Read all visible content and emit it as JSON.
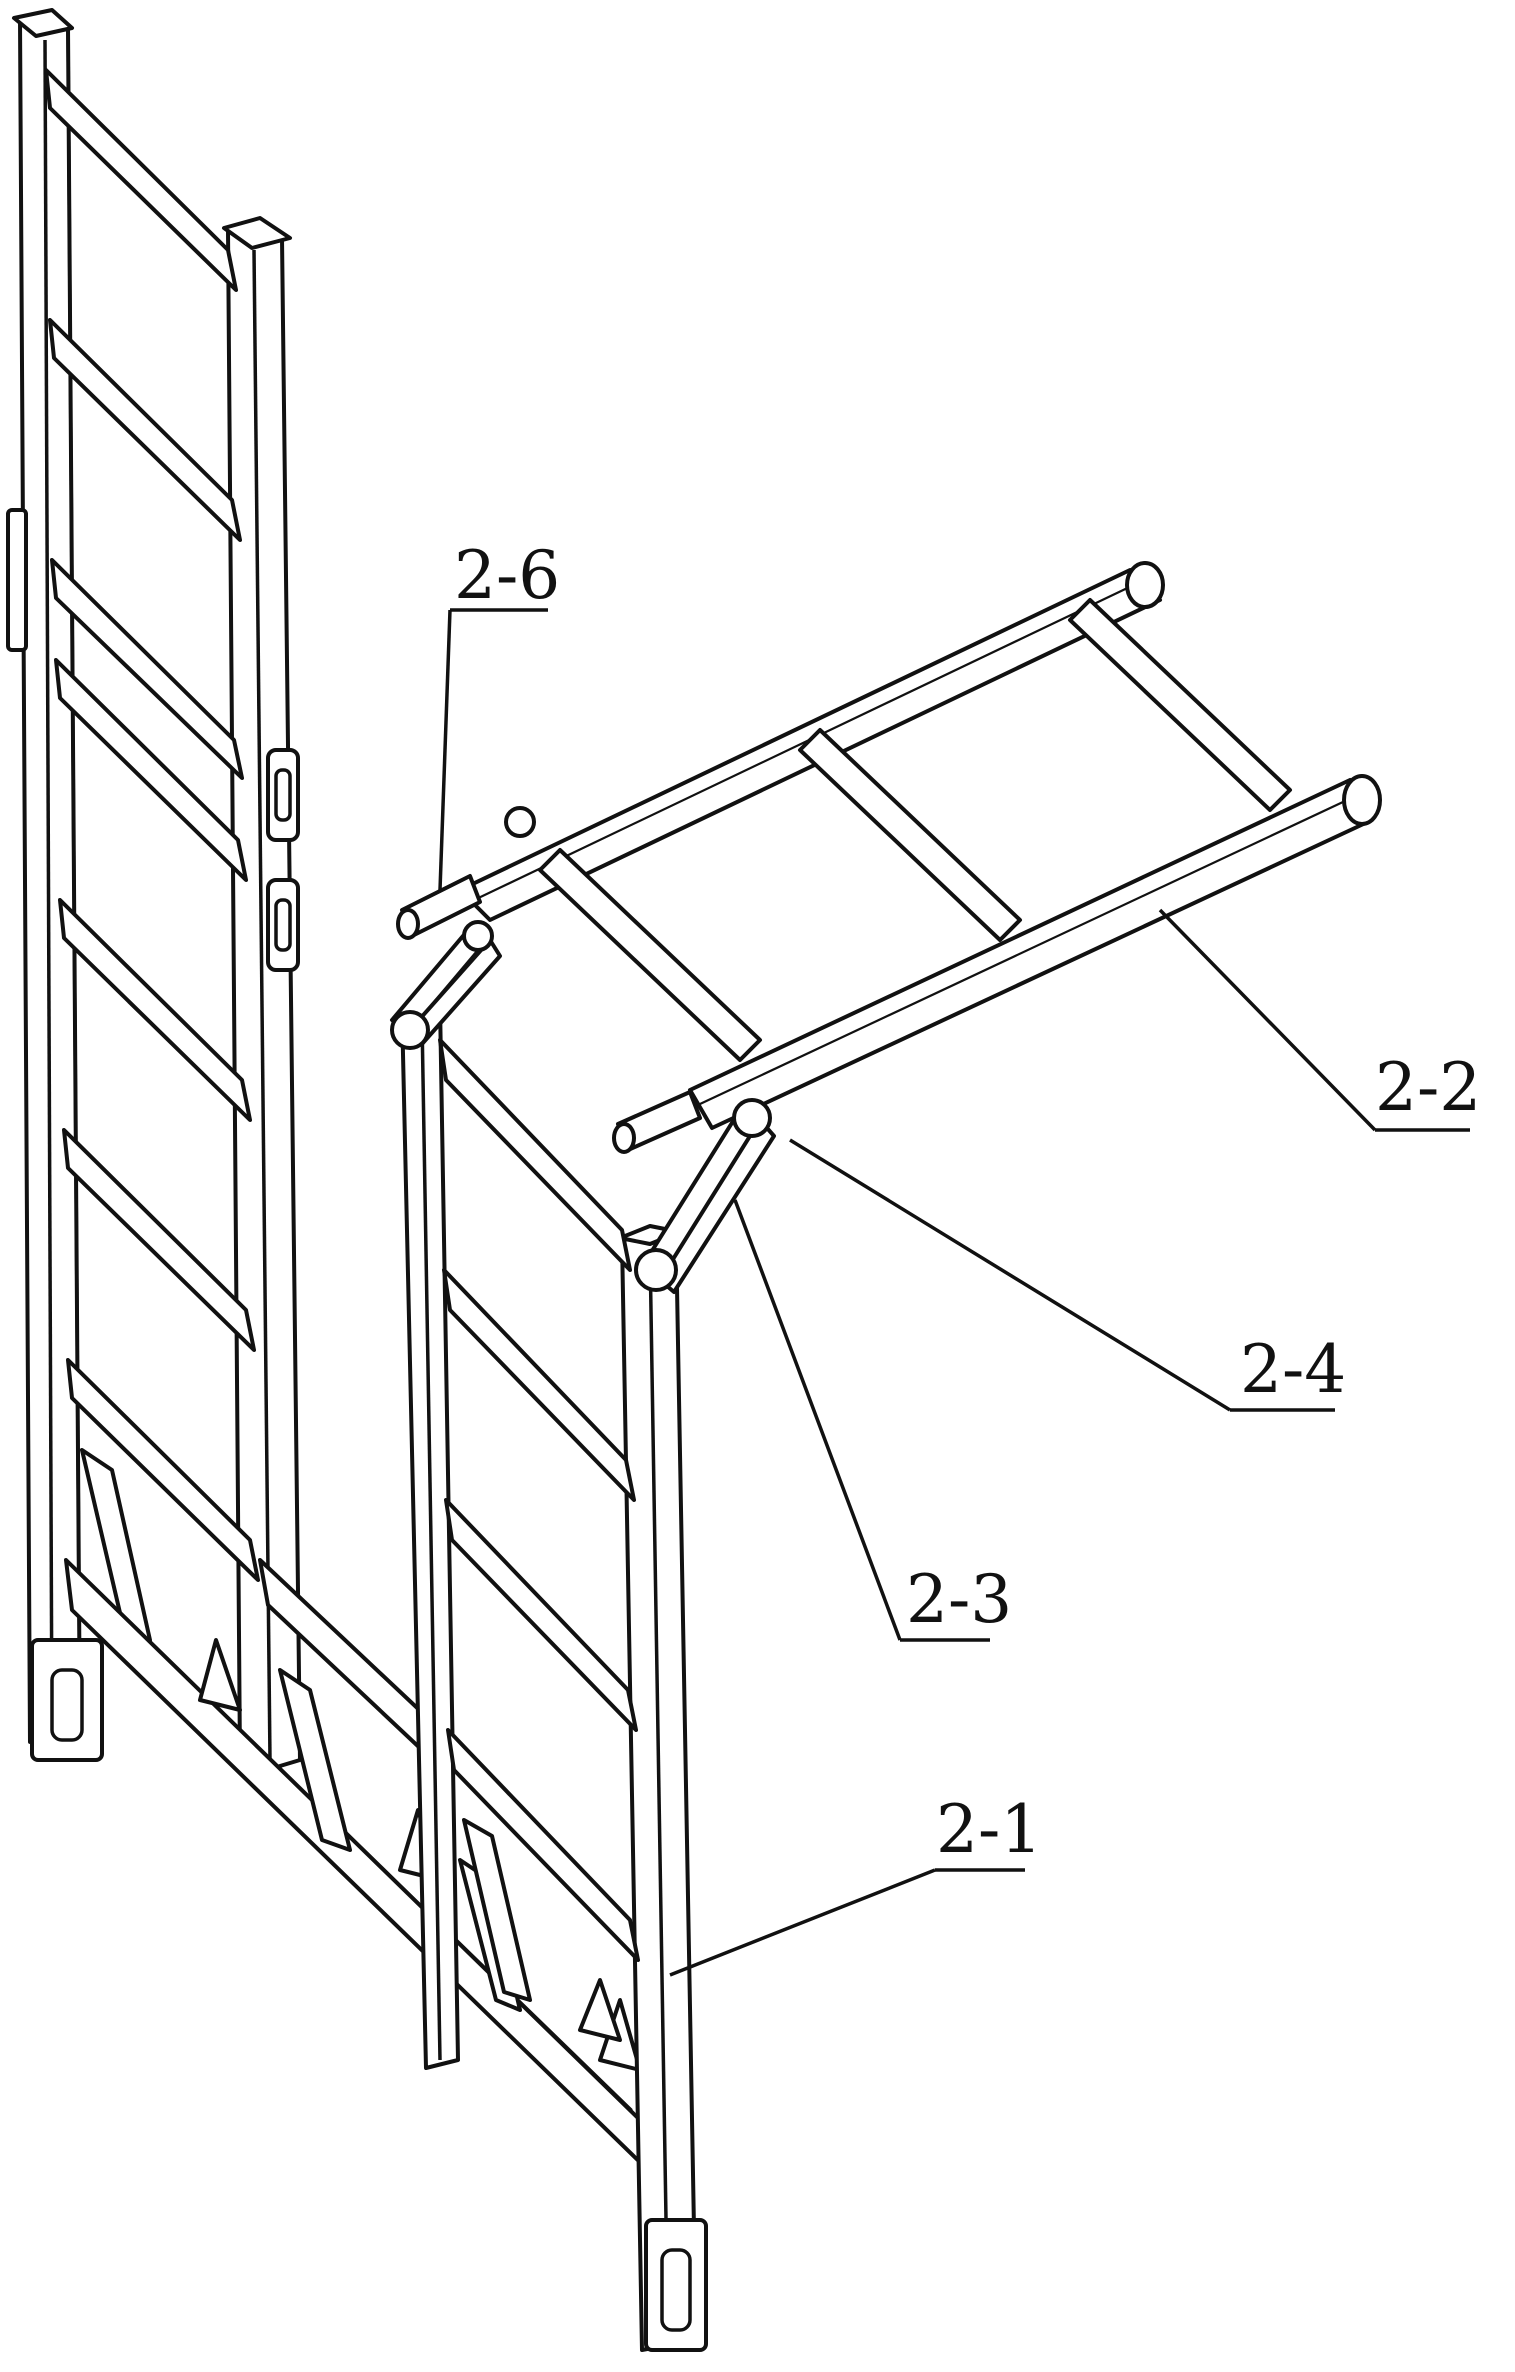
{
  "labels": {
    "l_2_6": "2-6",
    "l_2_2": "2-2",
    "l_2_4": "2-4",
    "l_2_3": "2-3",
    "l_2_1": "2-1"
  },
  "colors": {
    "line": "#111111",
    "background": "#ffffff"
  }
}
